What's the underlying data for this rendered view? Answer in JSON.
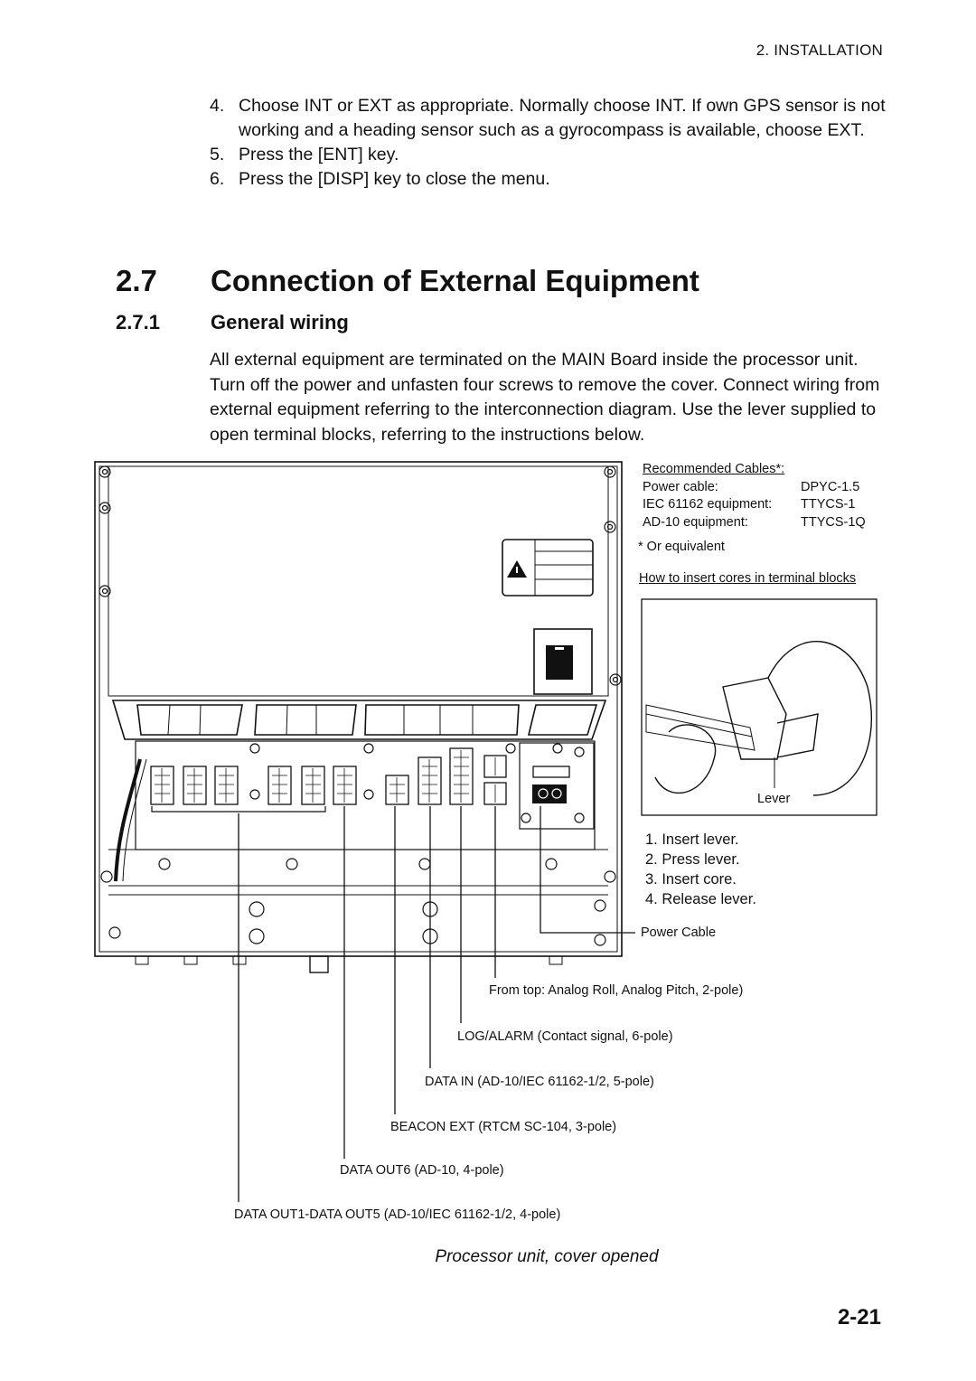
{
  "header": {
    "section": "2. INSTALLATION"
  },
  "steps": [
    {
      "num": "4.",
      "text": "Choose INT or EXT as appropriate. Normally choose INT. If own GPS sensor is not working and a heading sensor such as a gyrocompass is available, choose EXT."
    },
    {
      "num": "5.",
      "text": "Press the [ENT] key."
    },
    {
      "num": "6.",
      "text": "Press the [DISP] key to close the menu."
    }
  ],
  "section": {
    "number": "2.7",
    "title": "Connection of External Equipment"
  },
  "subsection": {
    "number": "2.7.1",
    "title": "General wiring"
  },
  "body": "All external equipment are terminated on the MAIN Board inside the processor unit. Turn off the power and unfasten four screws to remove the cover. Connect wiring from external equipment referring to the interconnection diagram. Use the lever supplied to open terminal blocks, referring to the instructions below.",
  "cables": {
    "title": "Recommended Cables*:",
    "rows": [
      {
        "item": "Power cable:",
        "type": "DPYC-1.5"
      },
      {
        "item": "IEC 61162 equipment:",
        "type": "TTYCS-1"
      },
      {
        "item": "AD-10 equipment:",
        "type": "TTYCS-1Q"
      }
    ],
    "note": "* Or equivalent"
  },
  "insert": {
    "title": "How to insert cores in terminal blocks",
    "lever_label": "Lever",
    "steps": [
      "1. Insert lever.",
      "2. Press lever.",
      "3. Insert core.",
      "4. Release lever."
    ]
  },
  "callouts": {
    "power_cable": "Power Cable",
    "analog": "From top: Analog Roll, Analog Pitch, 2-pole)",
    "log_alarm": "LOG/ALARM (Contact signal, 6-pole)",
    "data_in": "DATA IN (AD-10/IEC 61162-1/2, 5-pole)",
    "beacon": "BEACON EXT (RTCM SC-104, 3-pole)",
    "data_out6": "DATA OUT6 (AD-10, 4-pole)",
    "data_out1_5": "DATA OUT1-DATA OUT5 (AD-10/IEC 61162-1/2, 4-pole)"
  },
  "caption": "Processor unit, cover opened",
  "page_number": "2-21"
}
